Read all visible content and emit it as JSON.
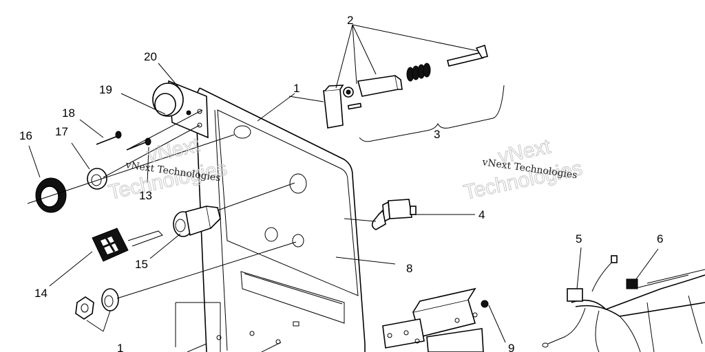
{
  "callouts": [
    {
      "id": "c1",
      "text": "1"
    },
    {
      "id": "c2",
      "text": "2"
    },
    {
      "id": "c3",
      "text": "3"
    },
    {
      "id": "c4",
      "text": "4"
    },
    {
      "id": "c5",
      "text": "5"
    },
    {
      "id": "c6",
      "text": "6"
    },
    {
      "id": "c8",
      "text": "8"
    },
    {
      "id": "c9",
      "text": "9"
    },
    {
      "id": "c13",
      "text": "13"
    },
    {
      "id": "c14",
      "text": "14"
    },
    {
      "id": "c15",
      "text": "15"
    },
    {
      "id": "c16",
      "text": "16"
    },
    {
      "id": "c17",
      "text": "17"
    },
    {
      "id": "c18",
      "text": "18"
    },
    {
      "id": "c19",
      "text": "19"
    },
    {
      "id": "c20",
      "text": "20"
    },
    {
      "id": "c-bottom",
      "text": "1"
    }
  ],
  "watermarks": [
    {
      "small": "vNext Technologies",
      "big_top": "vNext",
      "big_bottom": "Technologies"
    },
    {
      "small": "vNext Technologies",
      "big_top": "vNext",
      "big_bottom": "Technologies"
    }
  ]
}
